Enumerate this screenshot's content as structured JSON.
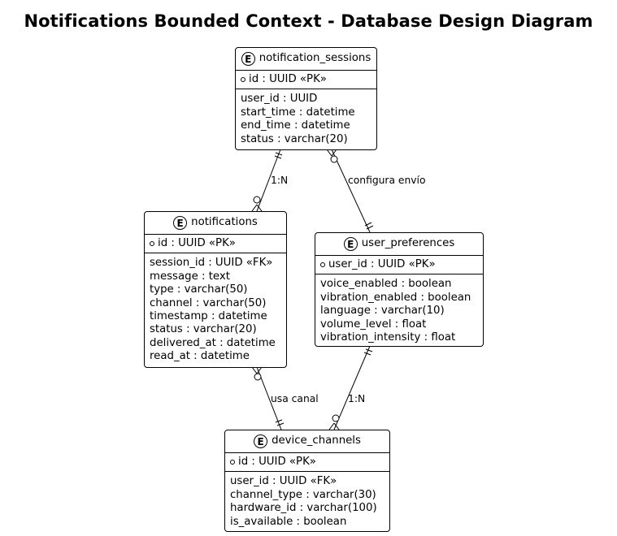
{
  "title": "Notifications Bounded Context - Database Design Diagram",
  "entity_badge": "E",
  "entities": {
    "notification_sessions": {
      "name": "notification_sessions",
      "pk": "id : UUID «PK»",
      "fields": [
        "user_id : UUID",
        "start_time : datetime",
        "end_time : datetime",
        "status : varchar(20)"
      ]
    },
    "notifications": {
      "name": "notifications",
      "pk": "id : UUID «PK»",
      "fields": [
        "session_id : UUID «FK»",
        "message : text",
        "type : varchar(50)",
        "channel : varchar(50)",
        "timestamp : datetime",
        "status : varchar(20)",
        "delivered_at : datetime",
        "read_at : datetime"
      ]
    },
    "user_preferences": {
      "name": "user_preferences",
      "pk": "user_id : UUID «PK»",
      "fields": [
        "voice_enabled : boolean",
        "vibration_enabled : boolean",
        "language : varchar(10)",
        "volume_level : float",
        "vibration_intensity : float"
      ]
    },
    "device_channels": {
      "name": "device_channels",
      "pk": "id : UUID «PK»",
      "fields": [
        "user_id : UUID «FK»",
        "channel_type : varchar(30)",
        "hardware_id : varchar(100)",
        "is_available : boolean"
      ]
    }
  },
  "relationships": [
    {
      "from": "notification_sessions",
      "to": "notifications",
      "label": "1:N"
    },
    {
      "from": "notification_sessions",
      "to": "user_preferences",
      "label": "configura envío"
    },
    {
      "from": "notifications",
      "to": "device_channels",
      "label": "usa canal"
    },
    {
      "from": "user_preferences",
      "to": "device_channels",
      "label": "1:N"
    }
  ]
}
